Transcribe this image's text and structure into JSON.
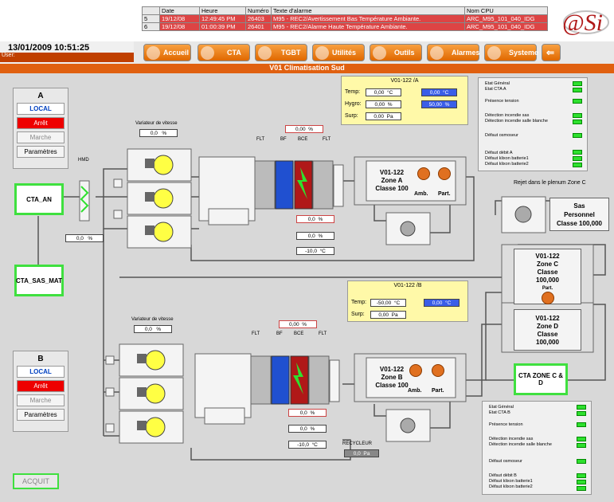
{
  "datetime": "13/01/2009 10:51:25",
  "user_label": "User:",
  "alarms": {
    "headers": [
      "",
      "Date",
      "Heure",
      "Numéro",
      "Texte d'alarme",
      "Nom CPU"
    ],
    "rows": [
      [
        "5",
        "19/12/08",
        "12:49:45 PM",
        "26403",
        "M95 - REC2/Avertissement Bas Température Ambiante.",
        "ARC_M95_101_040_IDG"
      ],
      [
        "6",
        "19/12/08",
        "01:00:39 PM",
        "26401",
        "M95 - REC2/Alarme Haute Température Ambiante.",
        "ARC_M95_101_040_IDG"
      ]
    ]
  },
  "logo_text": "@Si",
  "nav": [
    "Accueil",
    "CTA",
    "TGBT",
    "Utilités",
    "Outils",
    "Alarmes",
    "Systeme"
  ],
  "page_title": "V01 Climatisation Sud",
  "panel_a": {
    "title": "A",
    "local": "LOCAL",
    "arret": "Arrêt",
    "marche": "Marche",
    "params": "Paramètres"
  },
  "panel_b": {
    "title": "B",
    "local": "LOCAL",
    "arret": "Arrêt",
    "marche": "Marche",
    "params": "Paramètres"
  },
  "cta_an": "CTA_AN",
  "cta_sas_mat": "CTA_SAS_MAT",
  "cta_zone_cd": "CTA ZONE C & D",
  "acquit": "ACQUIT",
  "hmd": "HMD",
  "hmd_value": "0,0",
  "hmd_unit": "%",
  "variateur": "Variateur de vitesse",
  "var_a_value": "0,0",
  "var_b_value": "0,0",
  "pct": "%",
  "flt": "FLT",
  "bf": "BF",
  "bce": "BCE",
  "top_a_value": "0,00",
  "top_b_value": "0,00",
  "a_vals": [
    "0,0",
    "0,0",
    "-10,0"
  ],
  "b_vals": [
    "0,0",
    "0,0",
    "-10,0"
  ],
  "deg": "°C",
  "recycleur": "RECYCLEUR",
  "recy_value": "0,0",
  "recy_unit": "Pa",
  "info_a": {
    "title": "V01-122 /A",
    "temp_label": "Temp:",
    "temp": "0,00",
    "temp_unit": "°C",
    "temp_set": "0,00",
    "temp_set_unit": "°C",
    "hygro_label": "Hygro:",
    "hygro": "0,00",
    "hygro_unit": "%",
    "hygro_set": "50,00",
    "hygro_set_unit": "%",
    "surp_label": "Surp:",
    "surp": "0,00",
    "surp_unit": "Pa"
  },
  "info_b": {
    "title": "V01-122 /B",
    "temp_label": "Temp:",
    "temp": "-50,00",
    "temp_unit": "°C",
    "temp_set": "0,00",
    "temp_set_unit": "°C",
    "surp_label": "Surp:",
    "surp": "0,00",
    "surp_unit": "Pa"
  },
  "zone_a": {
    "l1": "V01-122",
    "l2": "Zone A",
    "l3": "Classe 100",
    "amb": "Amb.",
    "part": "Part."
  },
  "zone_b": {
    "l1": "V01-122",
    "l2": "Zone B",
    "l3": "Classe 100",
    "amb": "Amb.",
    "part": "Part."
  },
  "zone_c": {
    "l1": "V01-122",
    "l2": "Zone C",
    "l3": "Classe",
    "l4": "100,000",
    "part": "Part."
  },
  "zone_d": {
    "l1": "V01-122",
    "l2": "Zone D",
    "l3": "Classe",
    "l4": "100,000"
  },
  "sas": {
    "l1": "Sas",
    "l2": "Personnel",
    "l3": "Classe 100,000"
  },
  "rejet": "Rejet dans le plenum Zone C",
  "status_a": [
    "Etat Général",
    "Etat CTA A",
    "Présence tension",
    "Détection incendie sas",
    "Détection incendie salle blanche",
    "Défaut osmoseur",
    "Défaut débit A",
    "Défaut klixon batterie1",
    "Défaut klixon batterie2"
  ],
  "status_b": [
    "Etat Général",
    "Etat CTA B",
    "Présence tension",
    "Détection incendie sas",
    "Détection incendie salle blanche",
    "Défaut osmoseur",
    "Défaut débit B",
    "Défaut klixon batterie1",
    "Défaut klixon batterie2"
  ]
}
